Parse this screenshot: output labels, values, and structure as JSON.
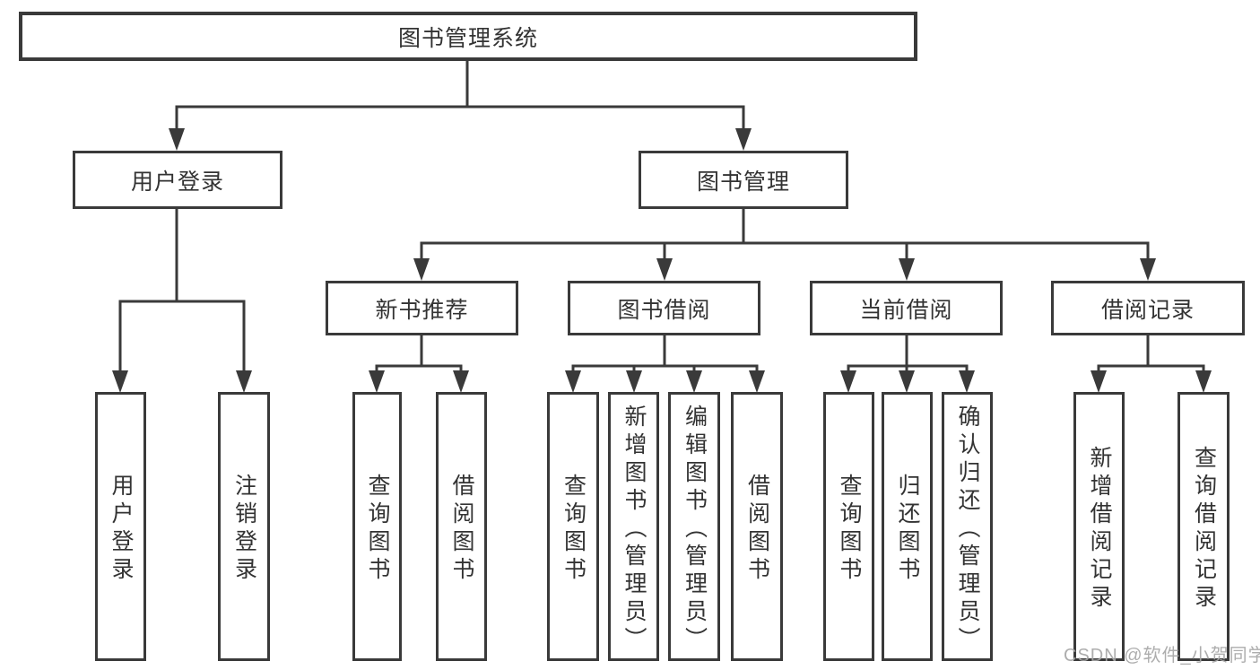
{
  "diagram": {
    "root": {
      "label": "图书管理系统"
    },
    "branches": [
      {
        "label": "用户登录",
        "children": [
          {
            "label": "用户登录"
          },
          {
            "label": "注销登录"
          }
        ]
      },
      {
        "label": "图书管理",
        "groups": [
          {
            "label": "新书推荐",
            "children": [
              {
                "label": "查询图书"
              },
              {
                "label": "借阅图书"
              }
            ]
          },
          {
            "label": "图书借阅",
            "children": [
              {
                "label": "查询图书"
              },
              {
                "label": "新增图书（管理员）"
              },
              {
                "label": "编辑图书（管理员）"
              },
              {
                "label": "借阅图书"
              }
            ]
          },
          {
            "label": "当前借阅",
            "children": [
              {
                "label": "查询图书"
              },
              {
                "label": "归还图书"
              },
              {
                "label": "确认归还（管理员）"
              }
            ]
          },
          {
            "label": "借阅记录",
            "children": [
              {
                "label": "新增借阅记录"
              },
              {
                "label": "查询借阅记录"
              }
            ]
          }
        ]
      }
    ]
  },
  "watermark": {
    "text": "CSDN @软件_小贺同学"
  },
  "colors": {
    "line": "#3a3a3a",
    "text": "#333333",
    "watermark": "#a7a7a7",
    "background": "#ffffff"
  }
}
